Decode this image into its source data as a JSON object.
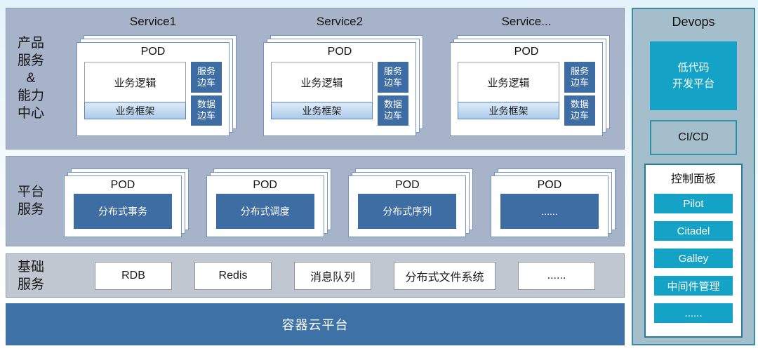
{
  "colors": {
    "layer_bg": "#a7b3c8",
    "base_layer_bg": "#c1c7d0",
    "steel_blue": "#3d6da2",
    "container_bar_bg": "#3e72a7",
    "cyan_accent": "#14a3c7",
    "card_border": "#7593bd",
    "devops_panel_bg": "#a4bfcb",
    "devops_border": "#3f8ba3",
    "framework_top": "#ddebf8",
    "framework_bottom": "#aecbea"
  },
  "diagram": {
    "product_layer": {
      "label": "产品\n服务\n&\n能力\n中心",
      "services": [
        {
          "title": "Service1",
          "pod": {
            "title": "POD",
            "logic": "业务逻辑",
            "framework": "业务框架",
            "sidecars": [
              "服务\n边车",
              "数据\n边车"
            ]
          }
        },
        {
          "title": "Service2",
          "pod": {
            "title": "POD",
            "logic": "业务逻辑",
            "framework": "业务框架",
            "sidecars": [
              "服务\n边车",
              "数据\n边车"
            ]
          }
        },
        {
          "title": "Service...",
          "pod": {
            "title": "POD",
            "logic": "业务逻辑",
            "framework": "业务框架",
            "sidecars": [
              "服务\n边车",
              "数据\n边车"
            ]
          }
        }
      ]
    },
    "platform_layer": {
      "label": "平台\n服务",
      "pods": [
        {
          "title": "POD",
          "body": "分布式事务"
        },
        {
          "title": "POD",
          "body": "分布式调度"
        },
        {
          "title": "POD",
          "body": "分布式序列"
        },
        {
          "title": "POD",
          "body": "......"
        }
      ]
    },
    "base_layer": {
      "label": "基础\n服务",
      "items": [
        "RDB",
        "Redis",
        "消息队列",
        "分布式文件系统",
        "......"
      ]
    },
    "container_platform_label": "容器云平台",
    "devops": {
      "title": "Devops",
      "lowcode_label": "低代码\n开发平台",
      "cicd_label": "CI/CD",
      "control_panel": {
        "title": "控制面板",
        "items": [
          "Pilot",
          "Citadel",
          "Galley",
          "中间件管理",
          "......"
        ]
      }
    }
  }
}
